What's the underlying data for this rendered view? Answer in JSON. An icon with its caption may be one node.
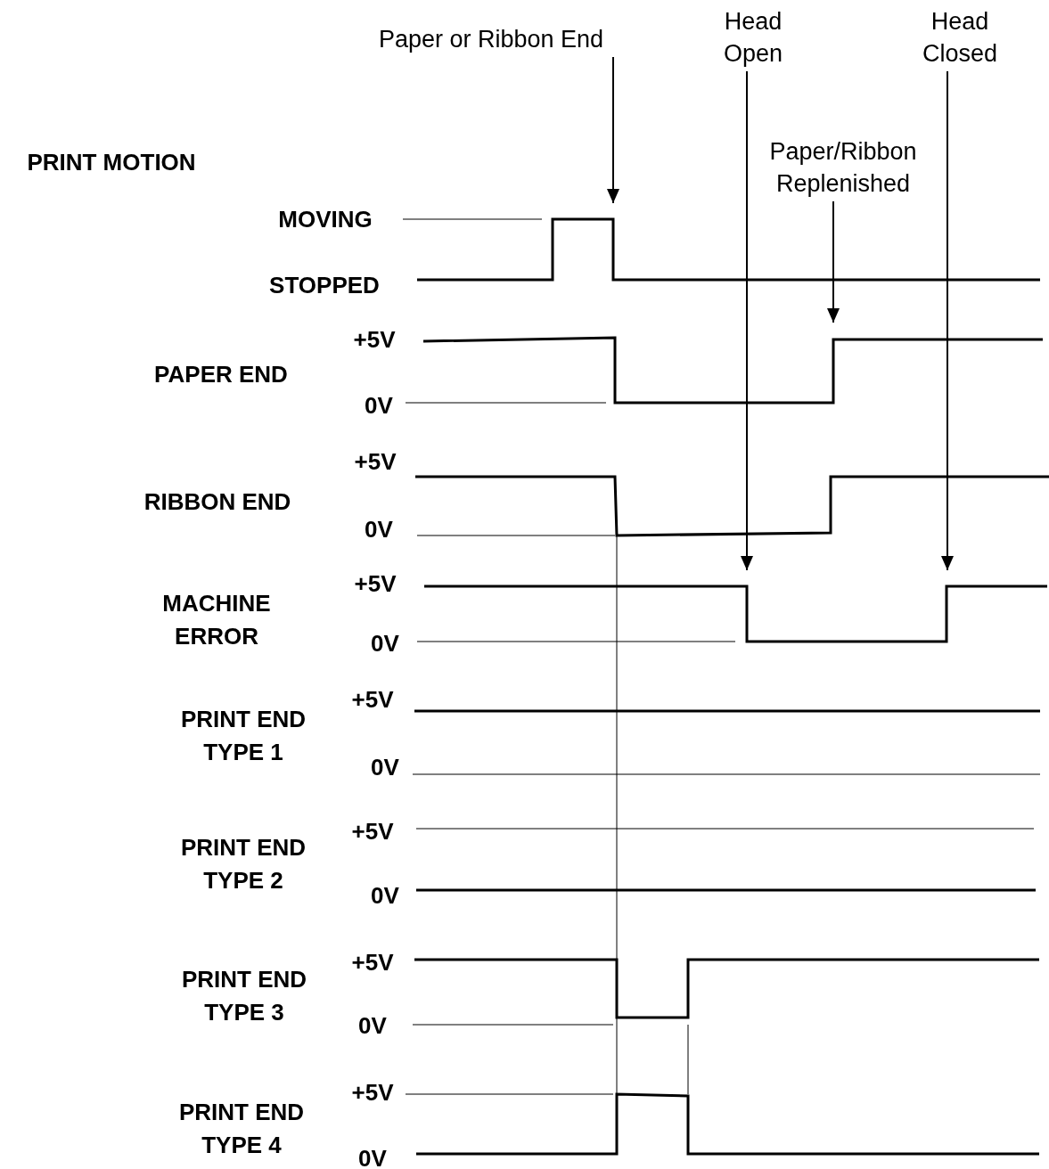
{
  "diagram": {
    "nodes": [
      {
        "text": [
          "Paper or Ribbon End"
        ]
      },
      {
        "text": [
          "Head Open"
        ]
      },
      {
        "text": [
          "Paper/Ribbon Replenished"
        ]
      },
      {
        "text": [
          "Head Closed"
        ]
      }
    ],
    "edges": [
      {
        "from": 0,
        "to": null,
        "arrow": "to"
      },
      {
        "from": 1,
        "to": null,
        "arrow": "to"
      },
      {
        "from": 2,
        "to": null,
        "arrow": "to"
      },
      {
        "from": 3,
        "to": null,
        "arrow": "to"
      }
    ],
    "labels": [
      "PRINT MOTION",
      "MOVING",
      "STOPPED",
      "+5V",
      "PAPER END",
      "0V",
      "+5V",
      "RIBBON END",
      "0V",
      "+5V",
      "MACHINE ERROR",
      "0V",
      "+5V",
      "PRINT END TYPE 1",
      "0V",
      "+5V",
      "PRINT END TYPE 2",
      "0V",
      "+5V",
      "PRINT END TYPE 3",
      "0V",
      "+5V",
      "PRINT END TYPE 4",
      "0V"
    ]
  }
}
